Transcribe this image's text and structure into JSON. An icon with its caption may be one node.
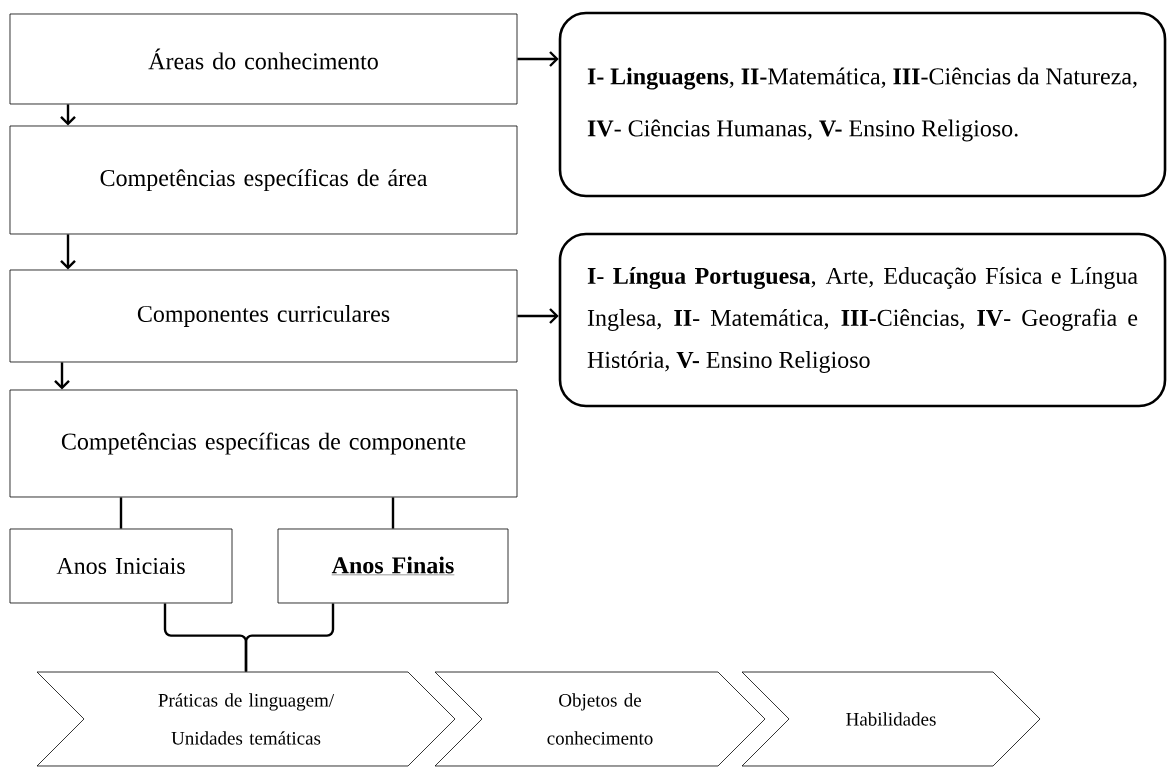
{
  "diagram": {
    "nodes": [
      {
        "text": [
          "Áreas do conhecimento"
        ]
      },
      {
        "text": [
          "Competências específicas de área"
        ]
      },
      {
        "text": [
          "Componentes curriculares"
        ]
      },
      {
        "text": [
          "Competências específicas de componente"
        ]
      },
      {
        "text": [
          "**I- Linguagens**, **II-**Matemática, **III**-Ciências da Natureza, **IV**- Ciências Humanas, **V-** Ensino Religioso."
        ]
      },
      {
        "text": [
          "**I**- **Língua Portuguesa**, Arte, Educação Física e Língua Inglesa, **II**- Matemática, **III**-Ciências, **IV**- Geografia e História, **V-** Ensino Religioso"
        ]
      },
      {
        "text": [
          "Anos Iniciais"
        ]
      },
      {
        "text": [
          "Anos Finais"
        ]
      },
      {
        "text": [
          "Práticas de linguagem/ Unidades temáticas"
        ]
      },
      {
        "text": [
          "Objetos de conhecimento"
        ]
      },
      {
        "text": [
          "Habilidades"
        ]
      }
    ],
    "edges": [
      {
        "from": 0,
        "to": 1,
        "arrow": "to"
      },
      {
        "from": 1,
        "to": 2,
        "arrow": "to"
      },
      {
        "from": 2,
        "to": 3,
        "arrow": "to"
      },
      {
        "from": 0,
        "to": 4,
        "arrow": "to"
      },
      {
        "from": 2,
        "to": 5,
        "arrow": "to"
      },
      {
        "from": 3,
        "to": 6,
        "arrow": "none"
      },
      {
        "from": 3,
        "to": 7,
        "arrow": "none"
      },
      {
        "from": 6,
        "to": 8,
        "arrow": "none"
      },
      {
        "from": 7,
        "to": 8,
        "arrow": "none"
      }
    ]
  }
}
